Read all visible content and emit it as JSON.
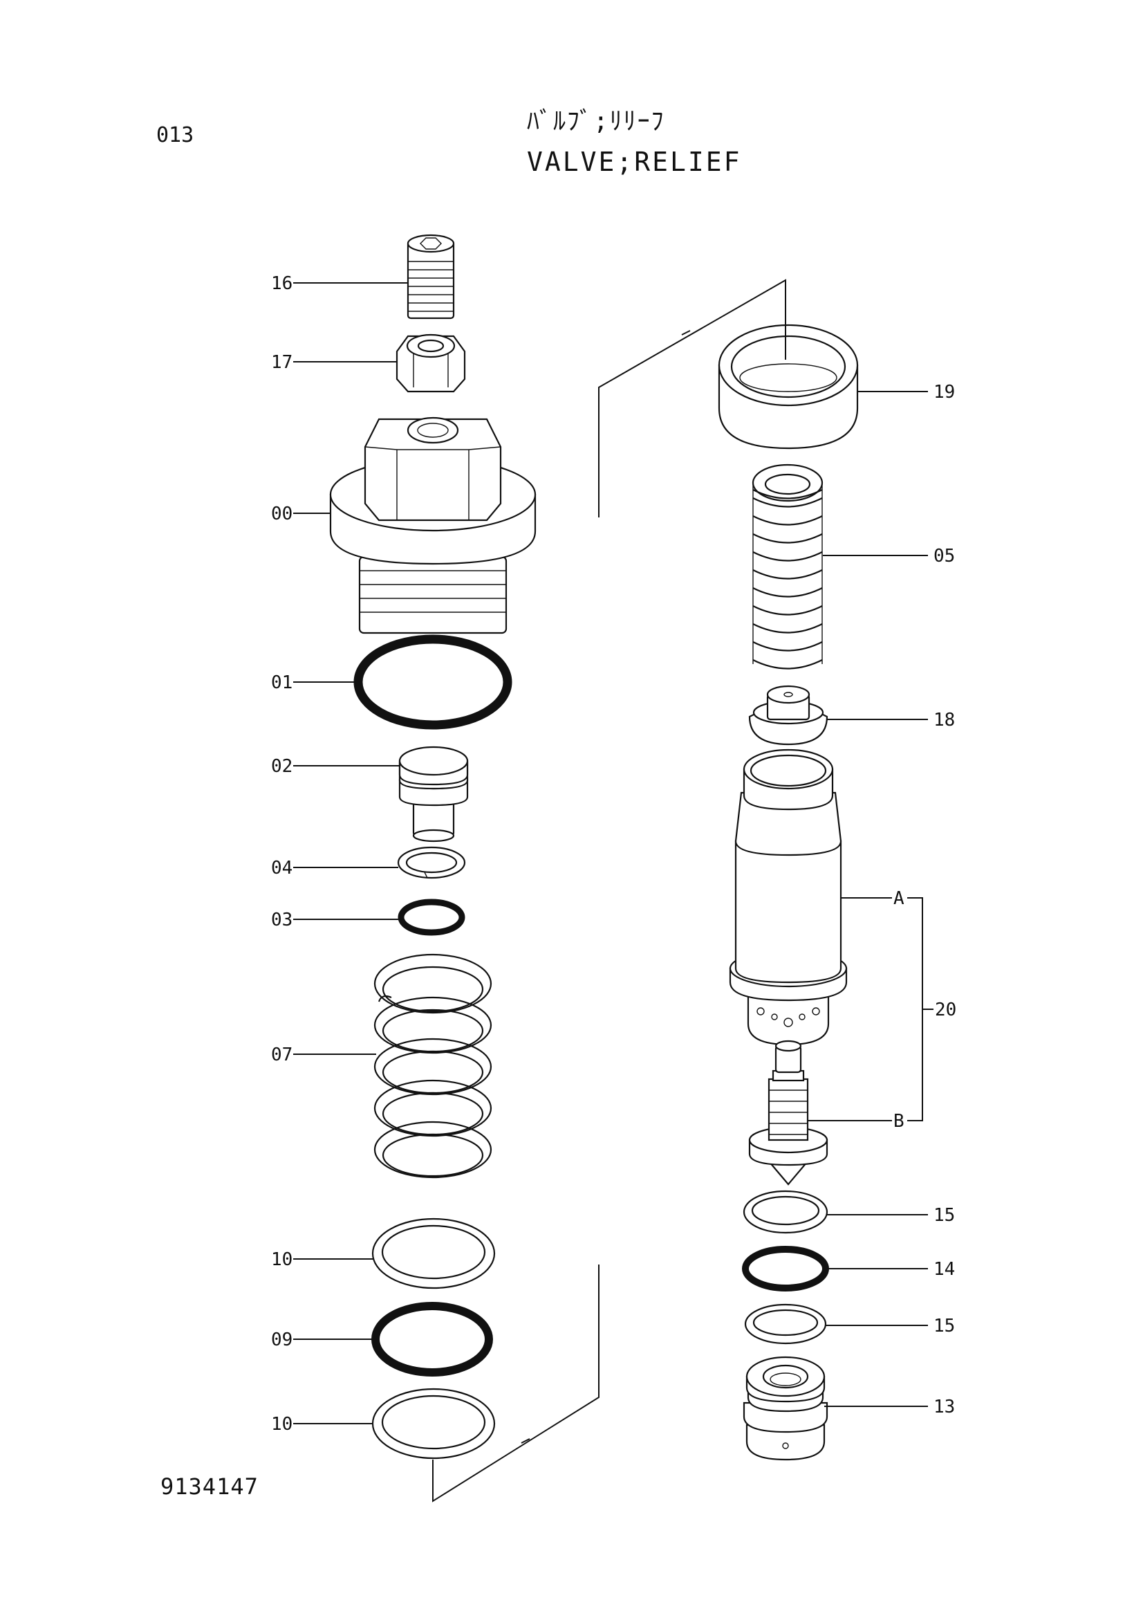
{
  "header": {
    "page_number": "013",
    "title_jp": "ﾊﾞﾙﾌﾞ;ﾘﾘｰﾌ",
    "title_en": "VALVE;RELIEF"
  },
  "footer": {
    "drawing_number": "9134147"
  },
  "callouts": {
    "c16": "16",
    "c17": "17",
    "c00": "00",
    "c01": "01",
    "c02": "02",
    "c04": "04",
    "c03": "03",
    "c07": "07",
    "c10a": "10",
    "c09": "09",
    "c10b": "10",
    "c19": "19",
    "c05": "05",
    "c18": "18",
    "cA": "A",
    "c20": "20",
    "cB": "B",
    "c15a": "15",
    "c14": "14",
    "c15b": "15",
    "c13": "13"
  }
}
